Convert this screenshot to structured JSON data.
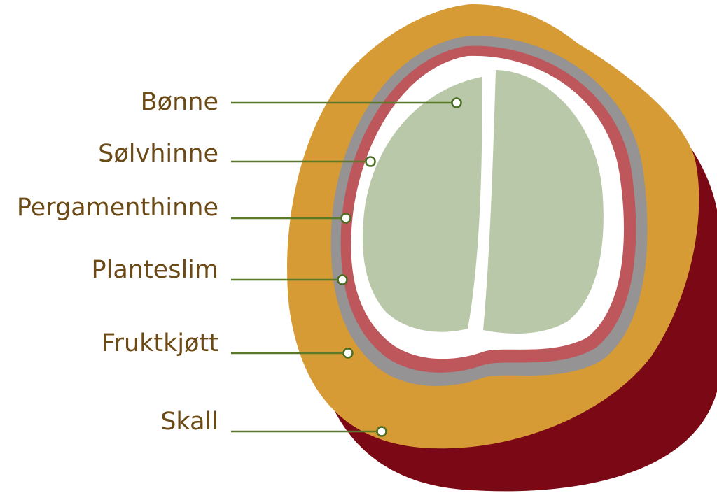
{
  "diagram": {
    "labels": {
      "bean": "Bønne",
      "silverskin": "Sølvhinne",
      "parchment": "Pergamenthinne",
      "mucilage": "Planteslim",
      "pulp": "Fruktkjøtt",
      "skin": "Skall"
    },
    "colors": {
      "skin": "#7a0815",
      "pulp": "#d69b35",
      "parchment": "#959393",
      "silverskin": "#bd575b",
      "mucilage": "#ffffff",
      "bean": "#b9c8a8",
      "label_text": "#6b4a16",
      "leader_line": "#5a7a2a"
    }
  }
}
